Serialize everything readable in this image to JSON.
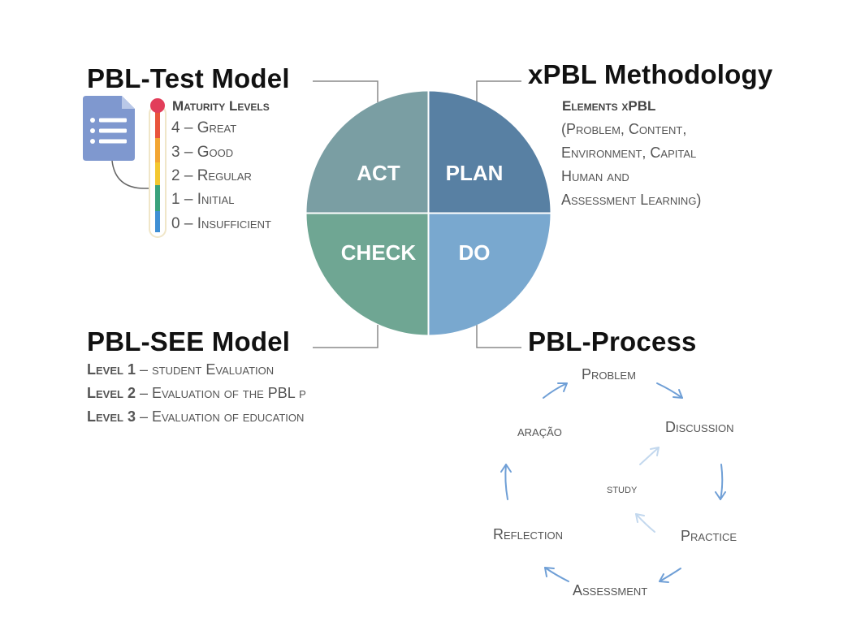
{
  "pdca": {
    "act": "ACT",
    "plan": "PLAN",
    "check": "CHECK",
    "do": "DO",
    "colors": {
      "act": "#7a9ea3",
      "plan": "#5880a3",
      "check": "#6fa693",
      "do": "#79a8cf"
    }
  },
  "test_model": {
    "title": "PBL-Test Model",
    "icon": "document-list-icon",
    "maturity_title": "Maturity Levels",
    "levels": [
      "4 – Great",
      "3 – Good",
      "2 – Regular",
      "1 – Initial",
      "0 – Insufficient"
    ]
  },
  "xpbl": {
    "title": "xPBL Methodology",
    "subtitle": "Elements xPBL",
    "lines": [
      "(Problem, Content,",
      "Environment, Capital",
      "Human and",
      "Assessment Learning)"
    ]
  },
  "see_model": {
    "title": "PBL-SEE Model",
    "levels": [
      {
        "label": "Level 1",
        "text": " – student Evaluation"
      },
      {
        "label": "Level 2",
        "text": " – Evaluation of the PBL p"
      },
      {
        "label": "Level 3",
        "text": " – Evaluation of education"
      }
    ]
  },
  "process": {
    "title": "PBL-Process",
    "steps": {
      "problem": "Problem",
      "discussion": "Discussion",
      "practice": "Practice",
      "assessment": "Assessment",
      "reflection": "Reflection",
      "preparation": "aração",
      "study": "study"
    }
  }
}
